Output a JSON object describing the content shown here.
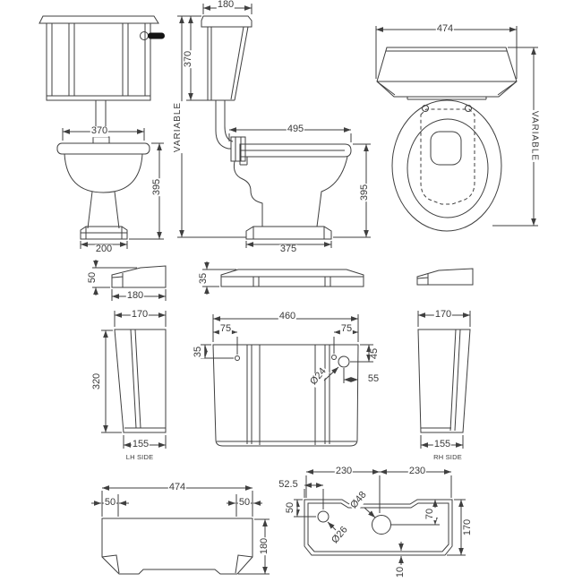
{
  "colors": {
    "line": "#3f3f3f",
    "text": "#3a3a3a",
    "handle": "#141414",
    "background": "#ffffff"
  },
  "views": {
    "front": {
      "width": "370",
      "height": "395",
      "base_width": "200"
    },
    "side": {
      "cistern_depth": "180",
      "cistern_height": "370",
      "pipe_length": "VARIABLE",
      "pan_depth": "495",
      "pan_height": "395",
      "base_depth": "375"
    },
    "top": {
      "width": "474",
      "depth": "VARIABLE"
    },
    "lid_lh": {
      "height": "50",
      "length": "180"
    },
    "lid_front": {
      "height": "35"
    },
    "pedestal_lh": {
      "top_depth": "170",
      "height": "320",
      "base_depth": "155",
      "caption": "LH SIDE"
    },
    "cistern_front": {
      "width": "460",
      "hole_left": "75",
      "hole_right": "75",
      "hole_drop": "35",
      "lever_hole": "Ø24",
      "lever_drop": "45",
      "lever_offset": "55"
    },
    "pedestal_rh": {
      "top_depth": "170",
      "base_depth": "155",
      "caption": "RH SIDE"
    },
    "seat_front": {
      "width": "474",
      "chamfer_left": "50",
      "chamfer_right": "50",
      "height": "180"
    },
    "cistern_plan": {
      "hole_left": "230",
      "hole_right": "230",
      "inlet_offset": "52.5",
      "inlet_drop": "50",
      "flush_hole": "Ø48",
      "inlet_hole": "Ø26",
      "flush_drop": "70",
      "depth": "170",
      "step": "10"
    }
  }
}
